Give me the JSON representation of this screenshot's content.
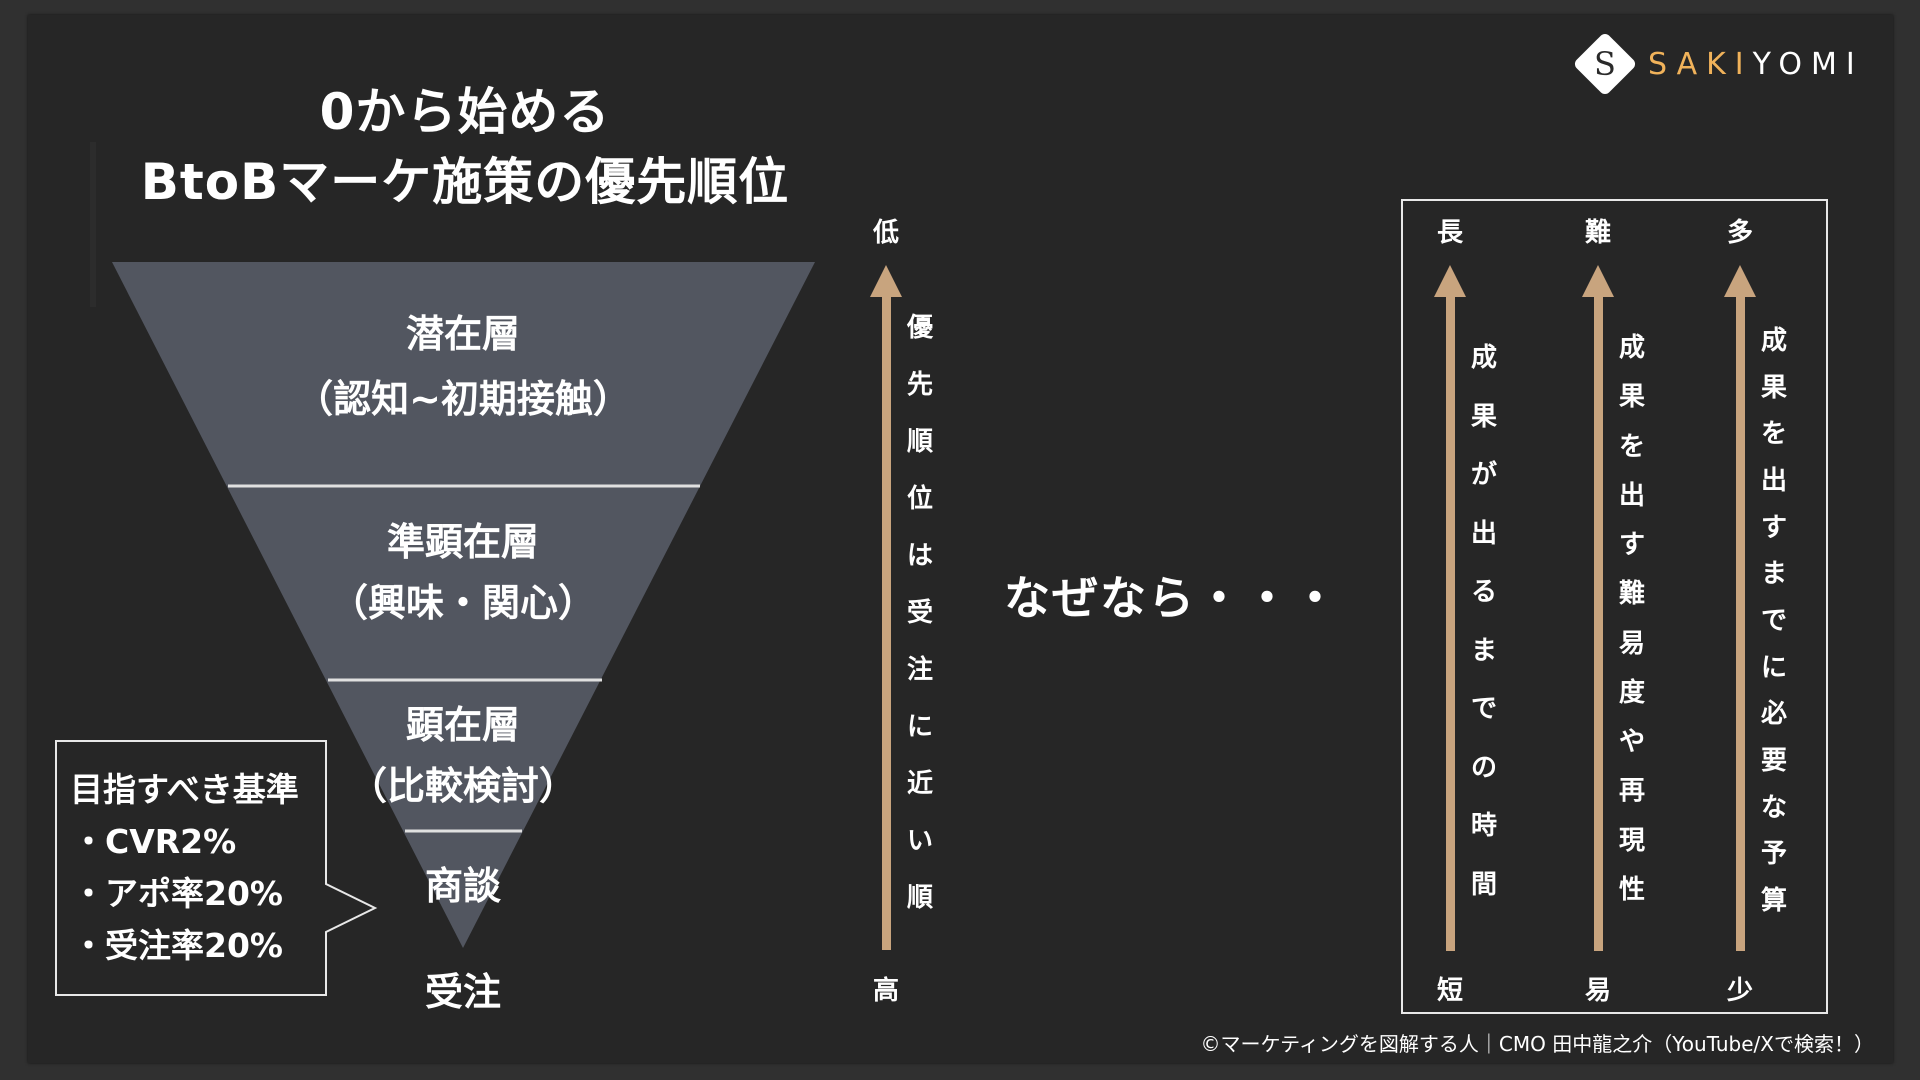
{
  "logo": {
    "icon": "sakiyomi-s-diamond-icon",
    "glyph": "S",
    "text_accent": "SAKI",
    "text_rest": "YOMI",
    "accent_color": "#f0b25a"
  },
  "title": {
    "line1": "0から始める",
    "line2": "BtoBマーケ施策の優先順位"
  },
  "funnel": {
    "fill_color": "#525660",
    "divider_color": "#e0e0e0",
    "layers": [
      {
        "name": "潜在層",
        "detail": "（認知~初期接触）"
      },
      {
        "name": "準顕在層",
        "detail": "（興味・関心）"
      },
      {
        "name": "顕在層",
        "detail": "（比較検討）"
      },
      {
        "name": "商談",
        "detail": ""
      }
    ],
    "outcome": "受注"
  },
  "callout": {
    "heading": "目指すべき基準",
    "items": [
      "・CVR2%",
      "・アポ率20%",
      "・受注率20%"
    ]
  },
  "priority_axis": {
    "arrow_color": "#c8a47e",
    "top_label": "低",
    "bottom_label": "高",
    "text": [
      "優",
      "先",
      "順",
      "位",
      "は",
      "受",
      "注",
      "に",
      "近",
      "い",
      "順"
    ]
  },
  "because": {
    "text": "なぜなら・・・"
  },
  "reasons": {
    "columns": [
      {
        "top_label": "長",
        "bottom_label": "短",
        "text": [
          "成",
          "果",
          "が",
          "出",
          "る",
          "ま",
          "で",
          "の",
          "時",
          "間"
        ]
      },
      {
        "top_label": "難",
        "bottom_label": "易",
        "text": [
          "成",
          "果",
          "を",
          "出",
          "す",
          "難",
          "易",
          "度",
          "や",
          "再",
          "現",
          "性"
        ]
      },
      {
        "top_label": "多",
        "bottom_label": "少",
        "text": [
          "成",
          "果",
          "を",
          "出",
          "す",
          "ま",
          "で",
          "に",
          "必",
          "要",
          "な",
          "予",
          "算"
        ]
      }
    ]
  },
  "footer": {
    "credit": "©マーケティングを図解する人｜CMO 田中龍之介（YouTube/Xで検索！）"
  }
}
